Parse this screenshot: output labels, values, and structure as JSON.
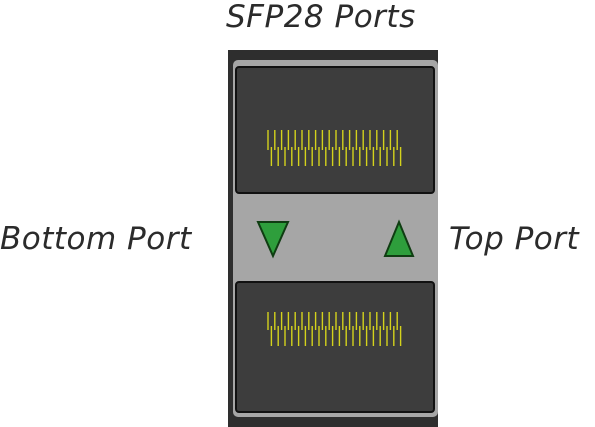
{
  "title": "SFP28 Ports",
  "bottom_port_label": "Bottom Port",
  "top_port_label": "Top Port",
  "colors": {
    "housing": "#2e2e2e",
    "bezel": "#a6a6a6",
    "port_fill": "#3d3d3d",
    "port_border": "#111111",
    "pins": "#d4d21c",
    "led": "#2e9e3c",
    "led_outline": "#0f3d12"
  },
  "indicators": {
    "bottom_port": "down-arrow-led",
    "top_port": "up-arrow-led"
  }
}
